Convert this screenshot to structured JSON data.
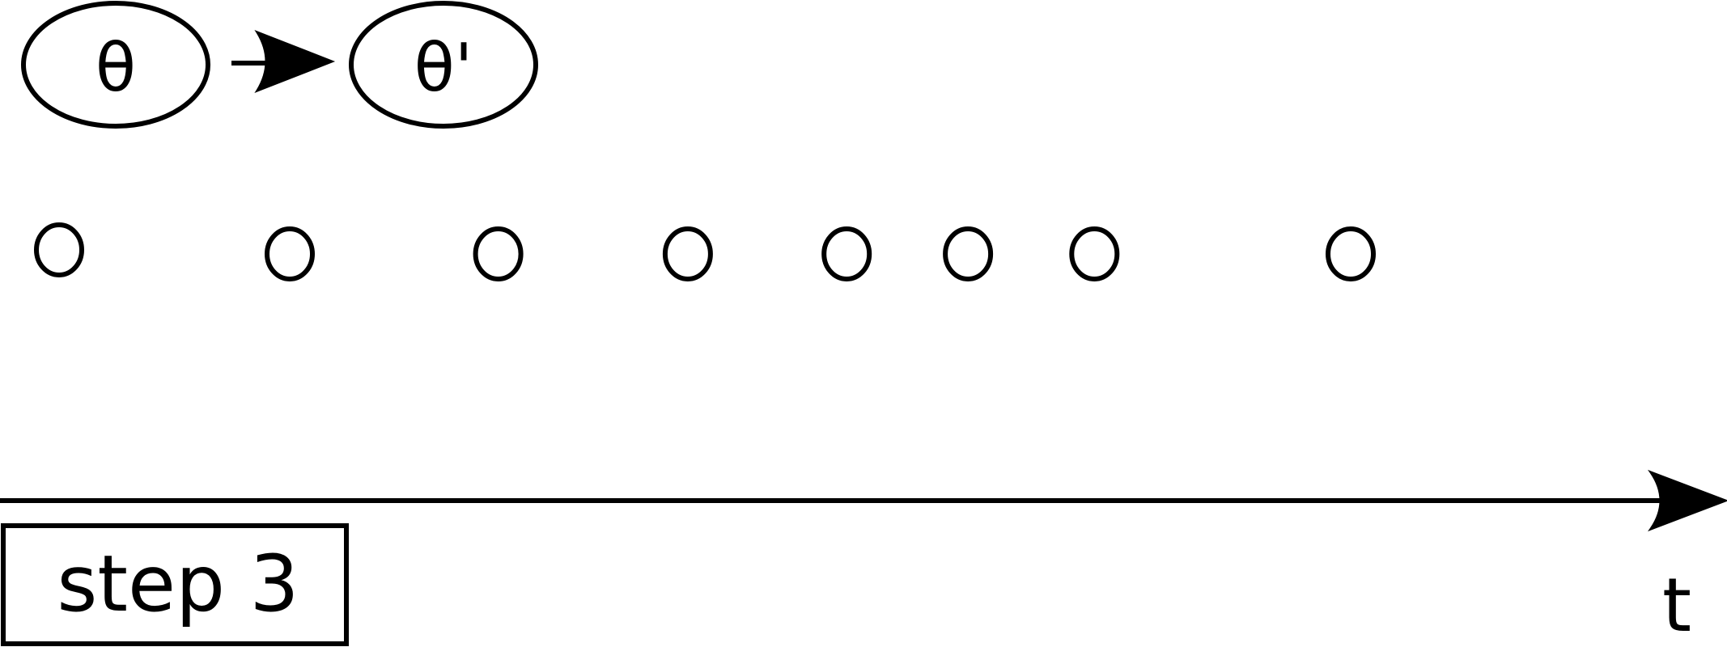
{
  "params": {
    "before": "θ",
    "after": "θ'"
  },
  "axis": {
    "label": "t"
  },
  "step": {
    "label": "step 3"
  },
  "events": {
    "count": 8,
    "relative_times": [
      0.0,
      0.135,
      0.257,
      0.368,
      0.461,
      0.532,
      0.606,
      0.756
    ]
  }
}
